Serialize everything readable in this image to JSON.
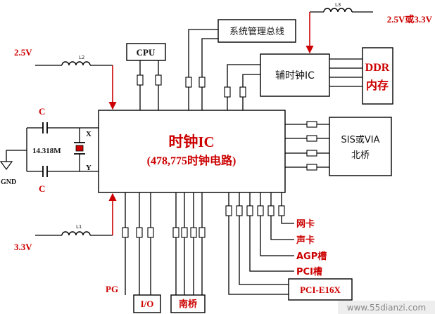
{
  "power": {
    "v2_5": "2.5V",
    "v2_5_or_3_3": "2.5V或3.3V",
    "v3_3": "3.3V"
  },
  "inductors": {
    "l1": "L1",
    "l2": "L2",
    "l3": "L3"
  },
  "crystal_circuit": {
    "cap_top": "C",
    "cap_bottom": "C",
    "frequency": "14.318M",
    "pin_x": "X",
    "pin_y": "Y",
    "ground": "GND"
  },
  "clock_ic": {
    "title": "时钟IC",
    "subtitle": "(478,775时钟电路)"
  },
  "cpu": {
    "label": "CPU"
  },
  "smbus": {
    "label": "系统管理总线"
  },
  "aux_clock_ic": {
    "label": "辅时钟IC"
  },
  "ddr": {
    "line1": "DDR",
    "line2": "内存"
  },
  "northbridge": {
    "line1": "SIS或VIA",
    "line2": "北桥"
  },
  "outputs": {
    "network_card": "网卡",
    "sound_card": "声卡",
    "agp_slot": "AGP槽",
    "pci_slot": "PCI槽",
    "pcie": "PCI-E16X",
    "pg": "PG"
  },
  "io": {
    "label": "I/O"
  },
  "southbridge": {
    "label": "南桥"
  },
  "watermark": "www.55dianzi.com",
  "colors": {
    "accent": "#cc0000",
    "line": "#000000",
    "crystal": "#cc0000"
  }
}
